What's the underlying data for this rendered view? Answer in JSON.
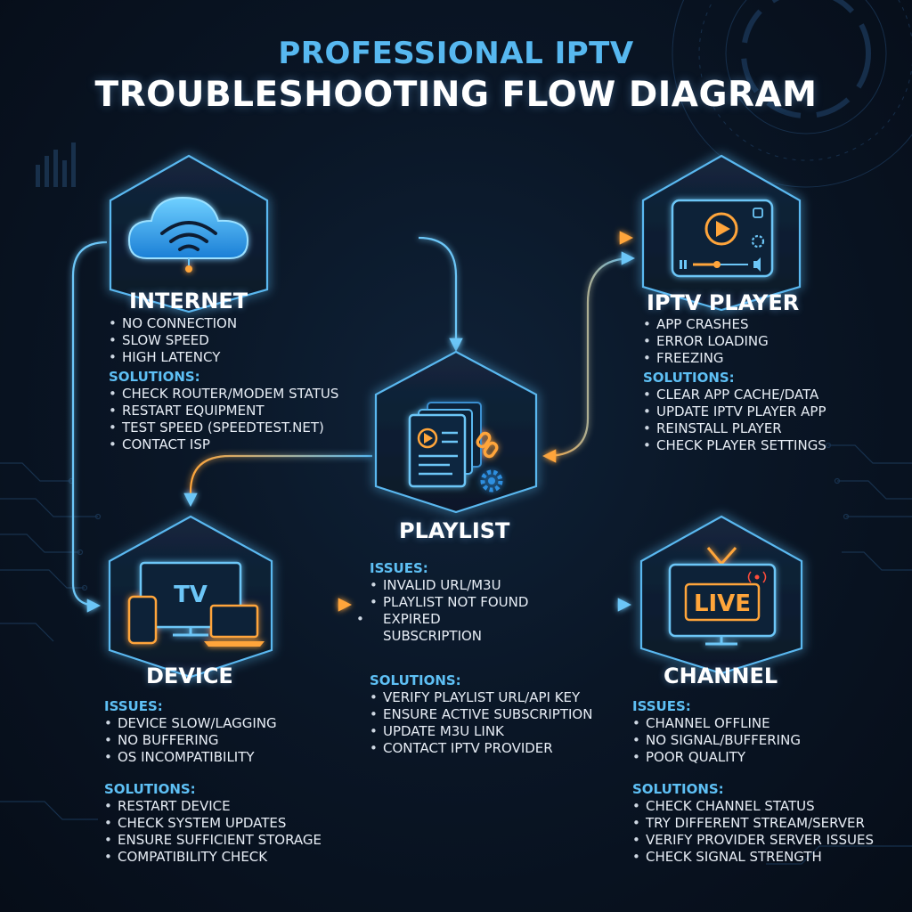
{
  "title": {
    "line1": "PROFESSIONAL IPTV",
    "line2": "TROUBLESHOOTING FLOW DIAGRAM"
  },
  "colors": {
    "accent_blue": "#57b8f0",
    "accent_orange": "#ff9a2e",
    "background": "#0a1626"
  },
  "nodes": {
    "internet": {
      "label": "INTERNET",
      "icon": "cloud-wifi-icon",
      "issues": [
        "NO CONNECTION",
        "SLOW SPEED",
        "HIGH LATENCY"
      ],
      "solutions_label": "SOLUTIONS:",
      "solutions": [
        "CHECK ROUTER/MODEM STATUS",
        "RESTART EQUIPMENT",
        "TEST SPEED (SPEEDTEST.NET)",
        "CONTACT ISP"
      ]
    },
    "iptv_player": {
      "label": "IPTV PLAYER",
      "icon": "media-player-icon",
      "issues": [
        "APP CRASHES",
        "ERROR LOADING",
        "FREEZING"
      ],
      "solutions_label": "SOLUTIONS:",
      "solutions": [
        "CLEAR APP CACHE/DATA",
        "UPDATE IPTV PLAYER APP",
        "REINSTALL PLAYER",
        "CHECK PLAYER SETTINGS"
      ]
    },
    "playlist": {
      "label": "PLAYLIST",
      "icon": "playlist-document-icon",
      "issues_label": "ISSUES:",
      "issues": [
        "INVALID URL/M3U",
        "PLAYLIST NOT FOUND",
        "EXPIRED SUBSCRIPTION"
      ],
      "solutions_label": "SOLUTIONS:",
      "solutions": [
        "VERIFY PLAYLIST URL/API KEY",
        "ENSURE ACTIVE SUBSCRIPTION",
        "UPDATE M3U LINK",
        "CONTACT IPTV PROVIDER"
      ]
    },
    "device": {
      "label": "DEVICE",
      "icon": "multi-device-icon",
      "tv_text": "TV",
      "issues_label": "ISSUES:",
      "issues": [
        "DEVICE SLOW/LAGGING",
        "NO BUFFERING",
        "OS INCOMPATIBILITY"
      ],
      "solutions_label": "SOLUTIONS:",
      "solutions": [
        "RESTART DEVICE",
        "CHECK SYSTEM UPDATES",
        "ENSURE SUFFICIENT STORAGE",
        "COMPATIBILITY CHECK"
      ]
    },
    "channel": {
      "label": "CHANNEL",
      "icon": "live-tv-icon",
      "live_text": "LIVE",
      "issues_label": "ISSUES:",
      "issues": [
        "CHANNEL OFFLINE",
        "NO SIGNAL/BUFFERING",
        "POOR QUALITY"
      ],
      "solutions_label": "SOLUTIONS:",
      "solutions": [
        "CHECK CHANNEL STATUS",
        "TRY DIFFERENT STREAM/SERVER",
        "VERIFY PROVIDER SERVER ISSUES",
        "CHECK SIGNAL STRENGTH"
      ]
    }
  }
}
